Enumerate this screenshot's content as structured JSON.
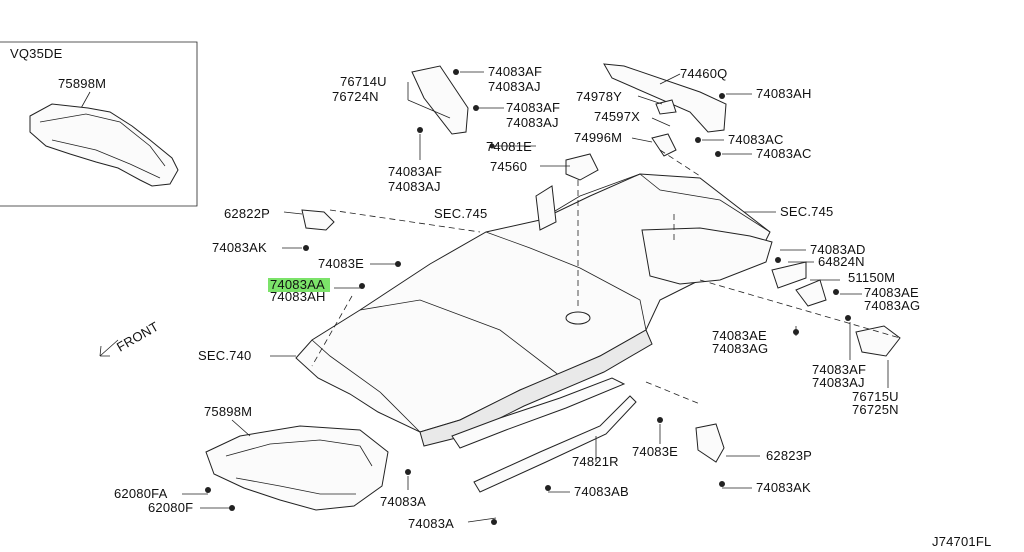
{
  "inset": {
    "engine": "VQ35DE",
    "part": "75898M"
  },
  "labels": {
    "p76714u": "76714U",
    "p76724n": "76724N",
    "p74083af_top": "74083AF",
    "p74083aj_top": "74083AJ",
    "p74083af_2": "74083AF",
    "p74083aj_2": "74083AJ",
    "p74081e": "74081E",
    "p74083af_3": "74083AF",
    "p74083aj_3": "74083AJ",
    "p74560": "74560",
    "p74460q": "74460Q",
    "p74978y": "74978Y",
    "p74083ah_r": "74083AH",
    "p74597x": "74597X",
    "p74996m": "74996M",
    "p74083ac_1": "74083AC",
    "p74083ac_2": "74083AC",
    "sec745_a": "SEC.745",
    "sec745_b": "SEC.745",
    "p62822p": "62822P",
    "p74083ak_l": "74083AK",
    "p74083e_l": "74083E",
    "p74083aa": "74083AA",
    "p74083ah_l": "74083AH",
    "p74083ad": "74083AD",
    "p64824n": "64824N",
    "p51150m": "51150M",
    "p74083ae_r": "74083AE",
    "p74083ag_r": "74083AG",
    "p74083ae_b": "74083AE",
    "p74083ag_b": "74083AG",
    "p74083af_r": "74083AF",
    "p74083aj_r": "74083AJ",
    "p76715u": "76715U",
    "p76725n": "76725N",
    "front": "FRONT",
    "sec740": "SEC.740",
    "p75898m": "75898M",
    "p74821r": "74821R",
    "p74083e_b": "74083E",
    "p62823p": "62823P",
    "p62080fa": "62080FA",
    "p62080f": "62080F",
    "p74083a_1": "74083A",
    "p74083a_2": "74083A",
    "p74083ab": "74083AB",
    "p74083ak_b": "74083AK",
    "diagram_id": "J74701FL"
  },
  "highlight": {
    "part": "74083AA",
    "color": "#7CE36A"
  }
}
